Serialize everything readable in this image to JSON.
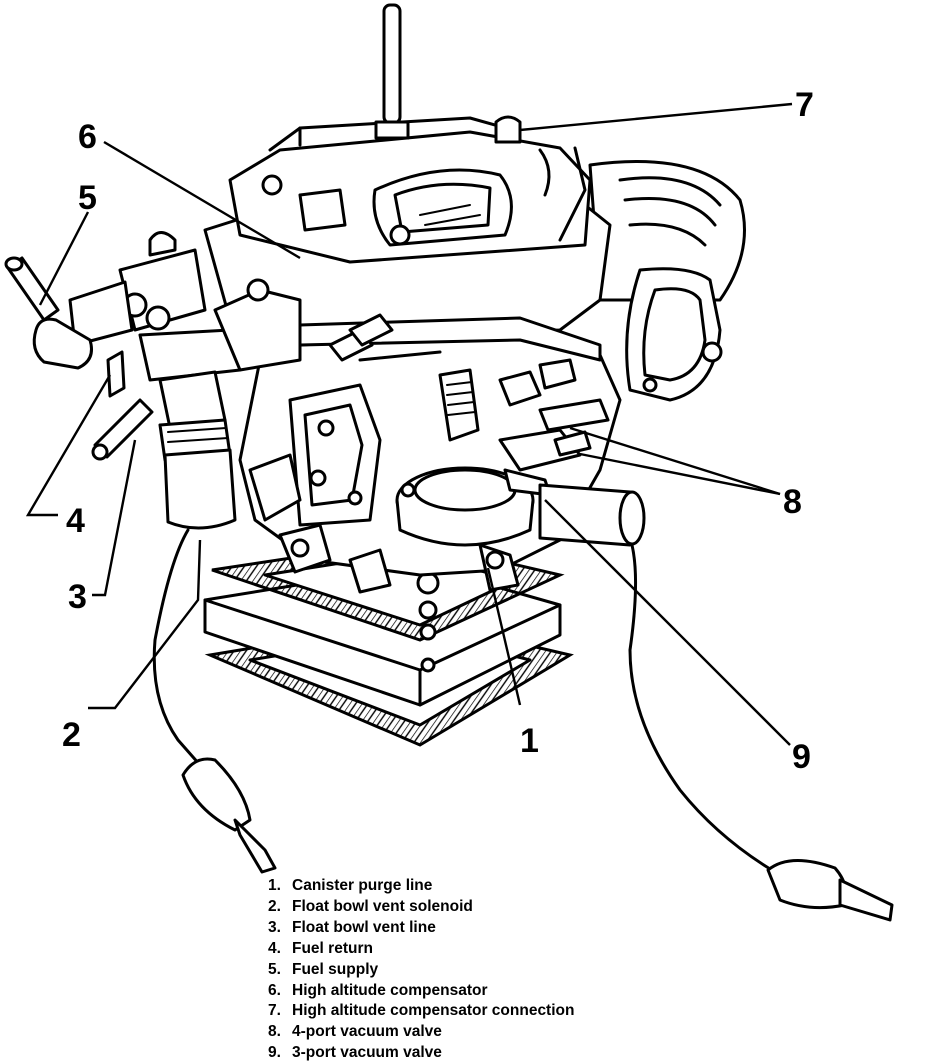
{
  "callouts": [
    {
      "id": "1",
      "label": "1"
    },
    {
      "id": "2",
      "label": "2"
    },
    {
      "id": "3",
      "label": "3"
    },
    {
      "id": "4",
      "label": "4"
    },
    {
      "id": "5",
      "label": "5"
    },
    {
      "id": "6",
      "label": "6"
    },
    {
      "id": "7",
      "label": "7"
    },
    {
      "id": "8",
      "label": "8"
    },
    {
      "id": "9",
      "label": "9"
    }
  ],
  "legend": [
    {
      "num": "1.",
      "text": "Canister purge line"
    },
    {
      "num": "2.",
      "text": "Float bowl vent solenoid"
    },
    {
      "num": "3.",
      "text": "Float bowl vent line"
    },
    {
      "num": "4.",
      "text": "Fuel return"
    },
    {
      "num": "5.",
      "text": "Fuel supply"
    },
    {
      "num": "6.",
      "text": "High altitude compensator"
    },
    {
      "num": "7.",
      "text": "High altitude compensator connection"
    },
    {
      "num": "8.",
      "text": "4-port vacuum valve"
    },
    {
      "num": "9.",
      "text": "3-port vacuum valve"
    }
  ],
  "colors": {
    "ink": "#000000",
    "paper": "#ffffff"
  }
}
